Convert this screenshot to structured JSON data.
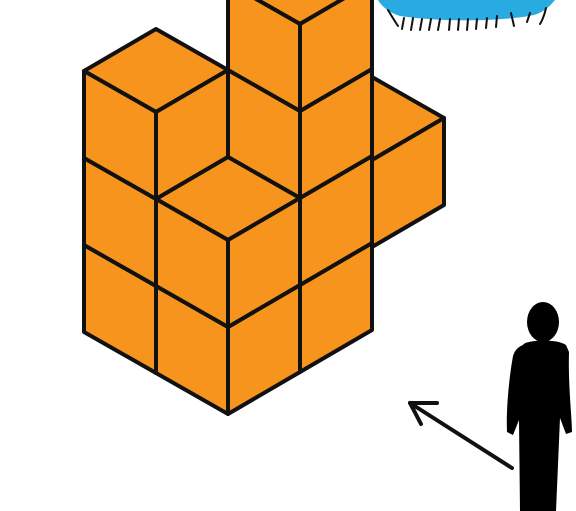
{
  "scene": {
    "cube_colors": {
      "fill": "#F7941D",
      "stroke": "#111111",
      "background": "#FFFFFF"
    },
    "cloud_color": "#29ABE2",
    "person_color": "#000000",
    "arrow_color": "#111111",
    "cubes": [
      {
        "x": 0,
        "y": 0,
        "z": 0
      },
      {
        "x": 0,
        "y": 0,
        "z": 1
      },
      {
        "x": 0,
        "y": 0,
        "z": 2
      },
      {
        "x": 1,
        "y": 0,
        "z": 0
      },
      {
        "x": 2,
        "y": 0,
        "z": 0
      },
      {
        "x": 3,
        "y": 0,
        "z": 0
      },
      {
        "x": 0,
        "y": 1,
        "z": 0
      },
      {
        "x": 0,
        "y": 1,
        "z": 1
      },
      {
        "x": 1,
        "y": 1,
        "z": 0
      },
      {
        "x": 1,
        "y": 1,
        "z": 1
      },
      {
        "x": 1,
        "y": 1,
        "z": 2
      },
      {
        "x": 1,
        "y": 1,
        "z": 3
      }
    ],
    "icons": {
      "cloud": "cloud-icon",
      "person": "person-icon",
      "arrow": "arrow-icon"
    }
  }
}
